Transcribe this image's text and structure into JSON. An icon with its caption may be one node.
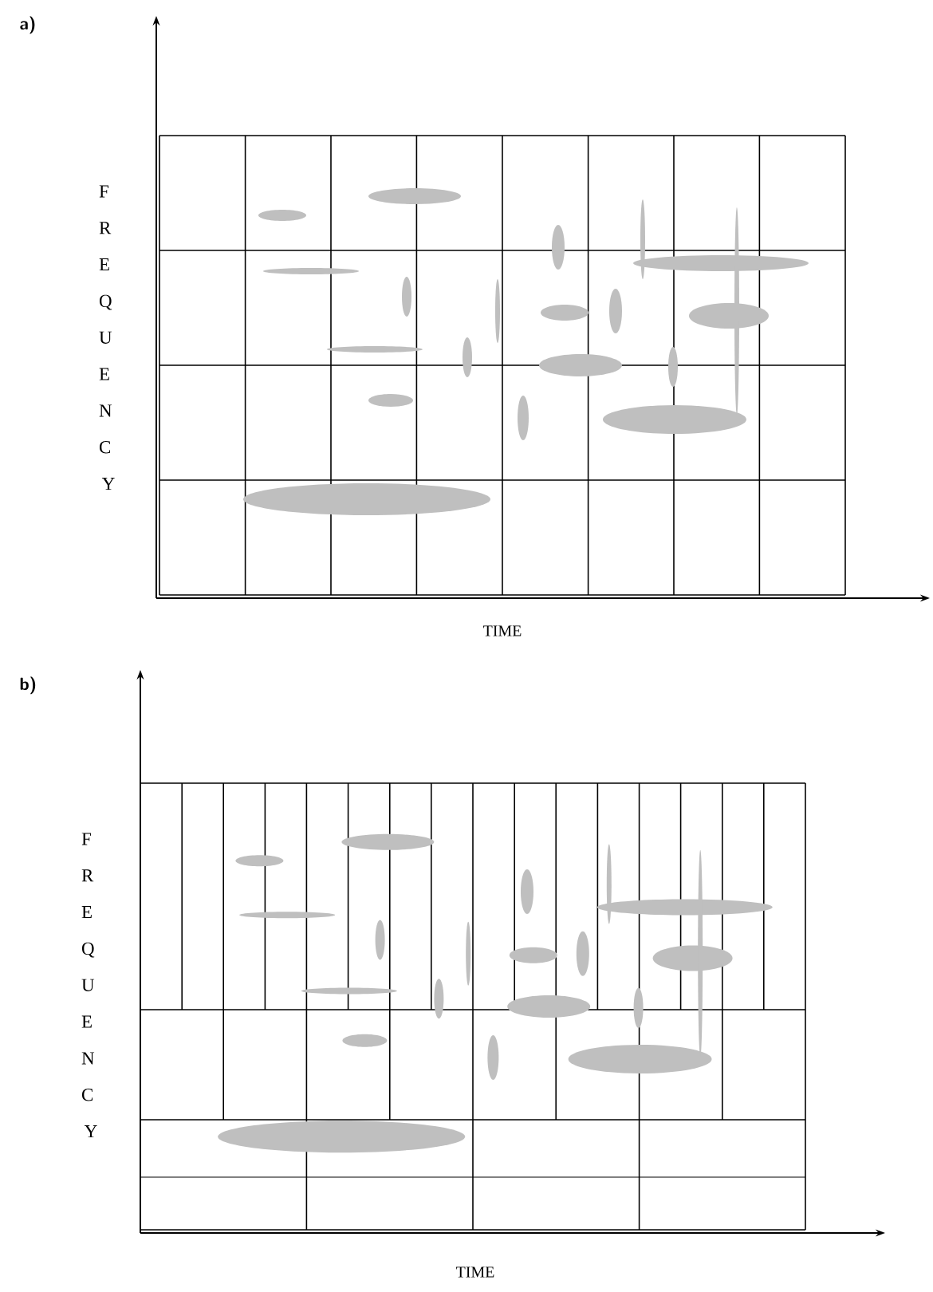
{
  "diagram": {
    "labels": [
      "a)",
      "FREQUENCY",
      "TIME",
      "b)",
      "FREQUENCY",
      "TIME"
    ]
  }
}
